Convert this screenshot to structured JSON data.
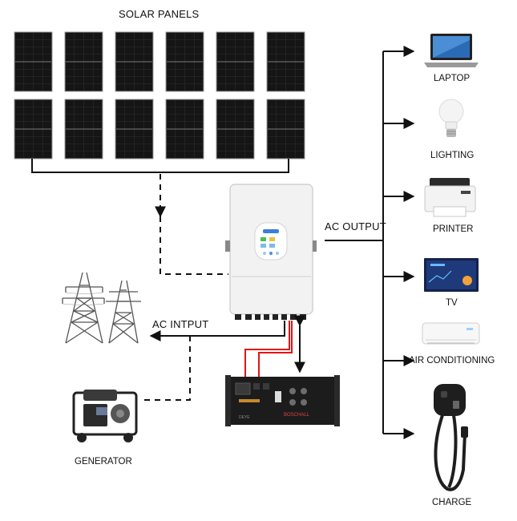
{
  "diagram": {
    "solar_panels_label": "SOLAR PANELS",
    "ac_output_label": "AC OUTPUT",
    "ac_input_label": "AC  INTPUT",
    "generator_label": "GENERATOR",
    "battery_brand": "DEYE",
    "battery_model": "BOSCHALL",
    "panel_count": 12,
    "colors": {
      "panel": "#151515",
      "panel_grid": "#2e2e2e",
      "wire": "#111111",
      "red_wire": "#e01515",
      "inverter_body": "#f1f1f1",
      "battery_body": "#1c1c1c"
    },
    "loads": [
      {
        "label": "LAPTOP",
        "icon": "laptop-icon"
      },
      {
        "label": "LIGHTING",
        "icon": "light-bulb-icon"
      },
      {
        "label": "PRINTER",
        "icon": "printer-icon"
      },
      {
        "label": "TV",
        "icon": "tv-icon"
      },
      {
        "label": "AIR CONDITIONING",
        "icon": "air-conditioner-icon"
      },
      {
        "label": "CHARGE",
        "icon": "ev-charger-icon"
      }
    ]
  }
}
